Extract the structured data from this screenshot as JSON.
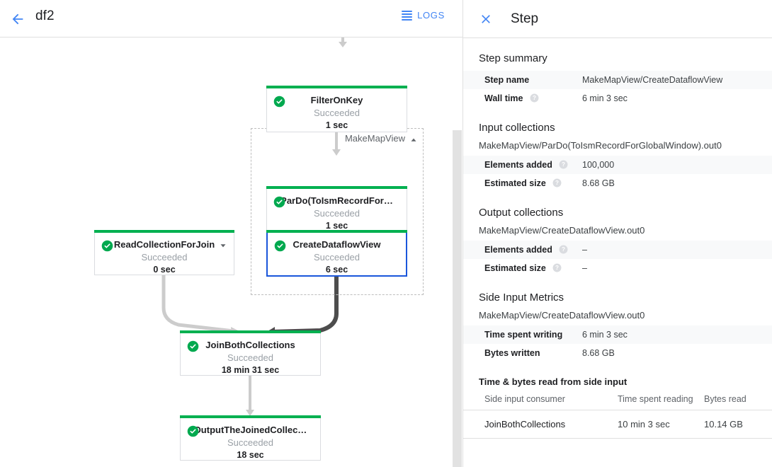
{
  "topbar": {
    "back_icon": "arrow-left-icon",
    "job_name": "df2",
    "logs_label": "LOGS",
    "logs_icon": "list-lines-icon"
  },
  "colors": {
    "accent_blue": "#4285f4",
    "selected_border": "#1a56db",
    "status_green": "#00b050",
    "muted_text": "#9aa0a6",
    "edge_light": "#cccccc",
    "edge_dark": "#4d4d4d"
  },
  "graph": {
    "group": {
      "label": "MakeMapView",
      "collapse_icon": "chevron-up-icon"
    },
    "nodes": [
      {
        "id": "FilterOnKey",
        "name": "FilterOnKey",
        "status": "Succeeded",
        "time": "1 sec",
        "selected": false,
        "has_chevron": false
      },
      {
        "id": "ParDoToIsmRecord",
        "name": "ParDo(ToIsmRecordFor…",
        "status": "Succeeded",
        "time": "1 sec",
        "selected": false,
        "has_chevron": false
      },
      {
        "id": "CreateDataflowView",
        "name": "CreateDataflowView",
        "status": "Succeeded",
        "time": "6 sec",
        "selected": true,
        "has_chevron": false
      },
      {
        "id": "ReadCollectionForJoin",
        "name": "ReadCollectionForJoin",
        "status": "Succeeded",
        "time": "0 sec",
        "selected": false,
        "has_chevron": true,
        "chevron_icon": "chevron-down-icon"
      },
      {
        "id": "JoinBothCollections",
        "name": "JoinBothCollections",
        "status": "Succeeded",
        "time": "18 min 31 sec",
        "selected": false,
        "has_chevron": false
      },
      {
        "id": "OutputTheJoinedCollection",
        "name": "OutputTheJoinedCollec…",
        "status": "Succeeded",
        "time": "18 sec",
        "selected": false,
        "has_chevron": false
      }
    ],
    "status_icon": "check-circle-icon"
  },
  "details": {
    "close_icon": "close-icon",
    "title": "Step",
    "summary": {
      "heading": "Step summary",
      "rows": [
        {
          "key": "Step name",
          "value": "MakeMapView/CreateDataflowView",
          "help": false
        },
        {
          "key": "Wall time",
          "value": "6 min 3 sec",
          "help": true
        }
      ]
    },
    "input_collections": {
      "heading": "Input collections",
      "collection": "MakeMapView/ParDo(ToIsmRecordForGlobalWindow).out0",
      "rows": [
        {
          "key": "Elements added",
          "value": "100,000",
          "help": true
        },
        {
          "key": "Estimated size",
          "value": "8.68 GB",
          "help": true
        }
      ]
    },
    "output_collections": {
      "heading": "Output collections",
      "collection": "MakeMapView/CreateDataflowView.out0",
      "rows": [
        {
          "key": "Elements added",
          "value": "–",
          "help": true
        },
        {
          "key": "Estimated size",
          "value": "–",
          "help": true
        }
      ]
    },
    "side_input_metrics": {
      "heading": "Side Input Metrics",
      "collection": "MakeMapView/CreateDataflowView.out0",
      "rows": [
        {
          "key": "Time spent writing",
          "value": "6 min 3 sec",
          "help": false
        },
        {
          "key": "Bytes written",
          "value": "8.68 GB",
          "help": false
        }
      ]
    },
    "side_input_table": {
      "heading": "Time & bytes read from side input",
      "columns": [
        "Side input consumer",
        "Time spent reading",
        "Bytes read"
      ],
      "rows": [
        [
          "JoinBothCollections",
          "10 min 3 sec",
          "10.14 GB"
        ]
      ]
    }
  }
}
